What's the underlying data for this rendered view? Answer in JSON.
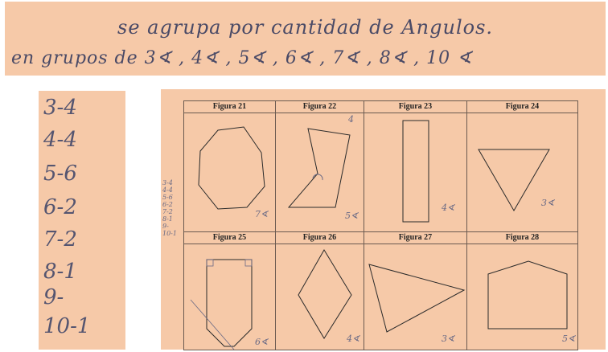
{
  "header": {
    "line1": "se agrupa por cantidad de Angulos.",
    "line2": "en grupos de 3∢ , 4∢ , 5∢ , 6∢ , 7∢ , 8∢ , 10 ∢"
  },
  "counts": [
    "3-4",
    "4-4",
    "5-6",
    "6-2",
    "7-2",
    "8-1",
    "9-",
    "10-1"
  ],
  "margin_notes": {
    "tally": "3-4\n4-4\n5-6\n6-2\n7-2\n8-1\n9-\n10-1"
  },
  "figures": [
    {
      "title": "Figura 21",
      "note": "7∢"
    },
    {
      "title": "Figura 22",
      "note": "5∢",
      "corner": "4"
    },
    {
      "title": "Figura 23",
      "note": "4∢"
    },
    {
      "title": "Figura 24",
      "note": "3∢"
    },
    {
      "title": "Figura 25",
      "note": "6∢"
    },
    {
      "title": "Figura 26",
      "note": "4∢"
    },
    {
      "title": "Figura 27",
      "note": "3∢"
    },
    {
      "title": "Figura 28",
      "note": "5∢"
    }
  ]
}
